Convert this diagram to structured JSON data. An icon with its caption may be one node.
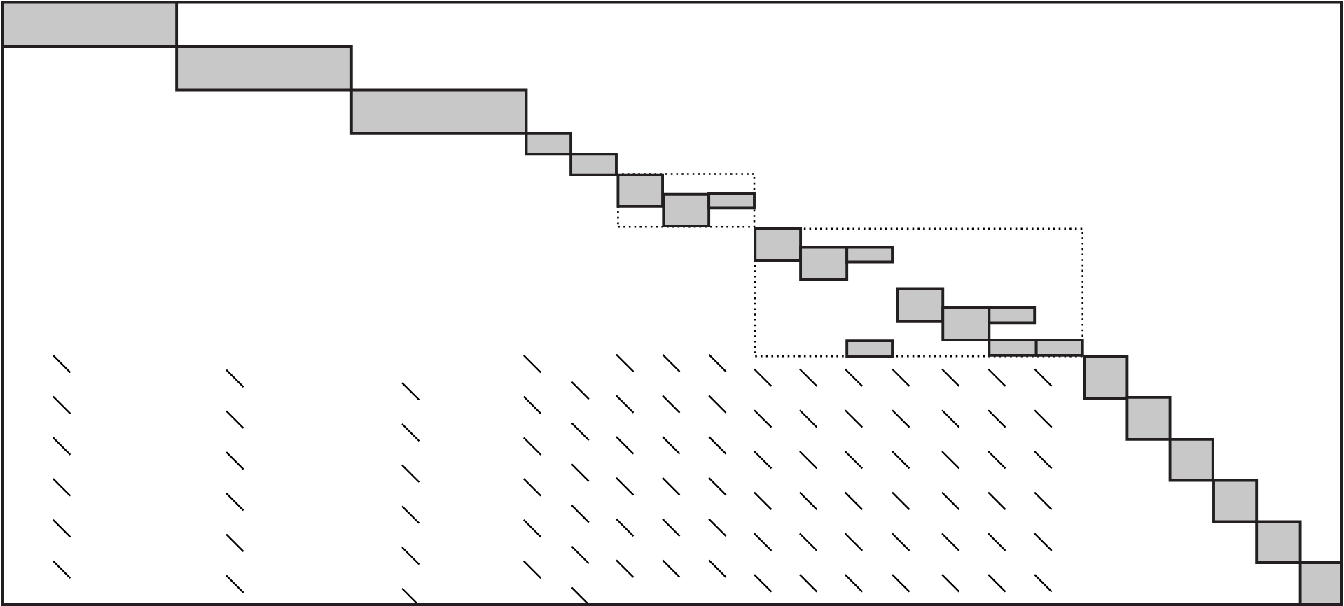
{
  "diagram": {
    "nodes": [
      {
        "text": [],
        "shape": "box"
      },
      {
        "text": [],
        "shape": "box",
        "in": 0
      },
      {
        "text": [],
        "shape": "box",
        "in": 0
      },
      {
        "text": [],
        "shape": "box",
        "in": 0
      },
      {
        "text": [],
        "shape": "box",
        "in": 0
      },
      {
        "text": [],
        "shape": "box",
        "in": 0
      },
      {
        "text": [],
        "shape": "box",
        "in": 0
      },
      {
        "text": [],
        "shape": "box",
        "in": 6
      },
      {
        "text": [],
        "shape": "box",
        "in": 6
      },
      {
        "text": [],
        "shape": "box",
        "in": 6
      },
      {
        "text": [],
        "shape": "box",
        "in": 0
      },
      {
        "text": [],
        "shape": "box",
        "in": 10
      },
      {
        "text": [],
        "shape": "box",
        "in": 10
      },
      {
        "text": [],
        "shape": "box",
        "in": 10
      },
      {
        "text": [],
        "shape": "box",
        "in": 10
      },
      {
        "text": [],
        "shape": "box",
        "in": 10
      },
      {
        "text": [],
        "shape": "box",
        "in": 10
      },
      {
        "text": [],
        "shape": "box",
        "in": 10
      },
      {
        "text": [],
        "shape": "box",
        "in": 10
      },
      {
        "text": [],
        "shape": "box",
        "in": 10
      },
      {
        "text": [],
        "shape": "box",
        "in": 0
      },
      {
        "text": [],
        "shape": "box",
        "in": 0
      },
      {
        "text": [],
        "shape": "box",
        "in": 0
      },
      {
        "text": [],
        "shape": "box",
        "in": 0
      },
      {
        "text": [],
        "shape": "box",
        "in": 0
      },
      {
        "text": [],
        "shape": "box",
        "in": 0
      }
    ]
  }
}
